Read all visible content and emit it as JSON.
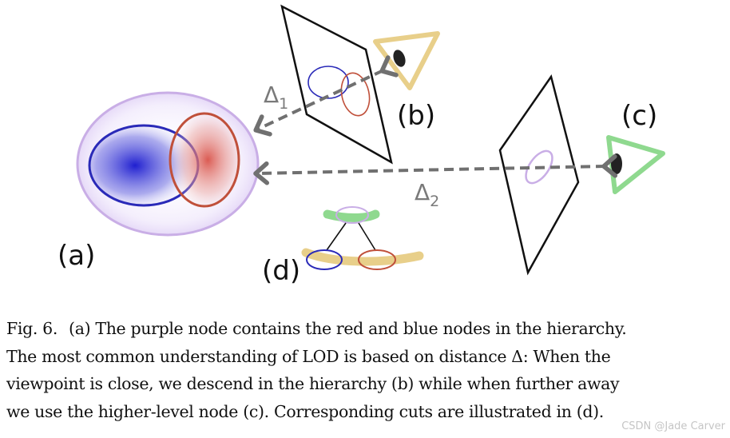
{
  "figure": {
    "labels": {
      "a": "(a)",
      "b": "(b)",
      "c": "(c)",
      "d": "(d)"
    },
    "distances": {
      "delta1": {
        "symbol": "Δ",
        "subscript": "1"
      },
      "delta2": {
        "symbol": "Δ",
        "subscript": "2"
      }
    },
    "colors": {
      "purple_node": "#c9aee6",
      "red_node": "#c0503a",
      "blue_node": "#2a2ab8",
      "eye_near": "#e8cf8a",
      "eye_far": "#8fd98f",
      "arrow": "#707070",
      "cut_top": "#8fd98f",
      "cut_bottom": "#e8cf8a"
    }
  },
  "caption": {
    "fig_label": "Fig. 6.",
    "lines": [
      "(a) The purple node contains the red and blue nodes in the hierarchy.",
      "The most common understanding of LOD is based on distance Δ: When the",
      "viewpoint is close, we descend in the hierarchy (b) while when further away",
      "we use the higher-level node (c). Corresponding cuts are illustrated in (d)."
    ]
  },
  "watermark": "CSDN @Jade Carver"
}
